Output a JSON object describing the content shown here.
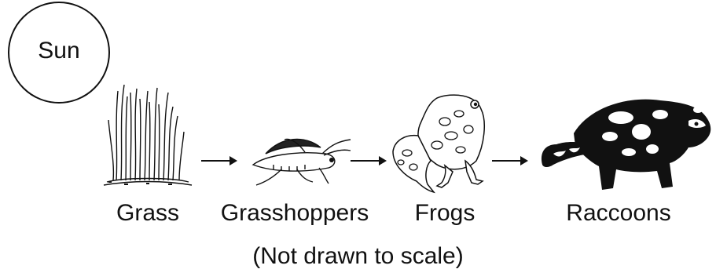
{
  "sun": {
    "label": "Sun"
  },
  "organisms": [
    {
      "label": "Grass",
      "icon": "grass-icon"
    },
    {
      "label": "Grasshoppers",
      "icon": "grasshopper-icon"
    },
    {
      "label": "Frogs",
      "icon": "frog-icon"
    },
    {
      "label": "Raccoons",
      "icon": "raccoon-icon"
    }
  ],
  "note": "(Not drawn to scale)",
  "colors": {
    "ink": "#111111",
    "background": "#ffffff"
  }
}
